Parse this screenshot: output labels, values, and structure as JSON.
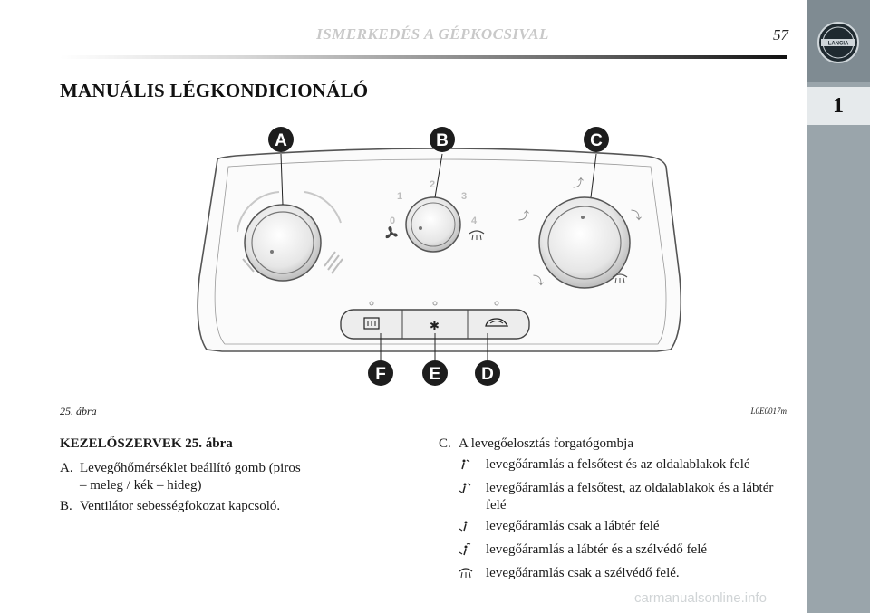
{
  "header": {
    "title": "ISMERKEDÉS A GÉPKOCSIVAL",
    "page_number": "57"
  },
  "sidebar": {
    "logo_text": "LANCIA",
    "chapter": "1"
  },
  "page_title": "MANUÁLIS LÉGKONDICIONÁLÓ",
  "figure": {
    "callouts": [
      "A",
      "B",
      "C",
      "D",
      "E",
      "F"
    ],
    "fan_scale": [
      "0",
      "1",
      "2",
      "3",
      "4"
    ],
    "caption": "25. ábra",
    "code": "L0E0017m"
  },
  "controls": {
    "heading": "KEZELŐSZERVEK 25. ábra",
    "items": [
      {
        "letter": "A.",
        "text": "Levegőhőmérséklet beállító gomb (piros – meleg / kék – hideg)"
      },
      {
        "letter": "B.",
        "text": "Ventilátor sebességfokozat kapcsoló."
      }
    ],
    "c_item": {
      "letter": "C.",
      "text": "A levegőelosztás forgatógombja"
    },
    "c_subitems": [
      {
        "icon": "face-vent-icon",
        "text": "levegőáramlás a felsőtest és az oldalablakok felé"
      },
      {
        "icon": "face-feet-vent-icon",
        "text": "levegőáramlás a felsőtest, az oldalablakok és a lábtér felé"
      },
      {
        "icon": "feet-vent-icon",
        "text": "levegőáramlás csak a lábtér felé"
      },
      {
        "icon": "feet-windscreen-vent-icon",
        "text": "levegőáramlás a lábtér és a szélvédő felé"
      },
      {
        "icon": "windscreen-vent-icon",
        "text": "levegőáramlás csak a szélvédő felé."
      }
    ]
  },
  "watermark": "carmanualsonline.info"
}
